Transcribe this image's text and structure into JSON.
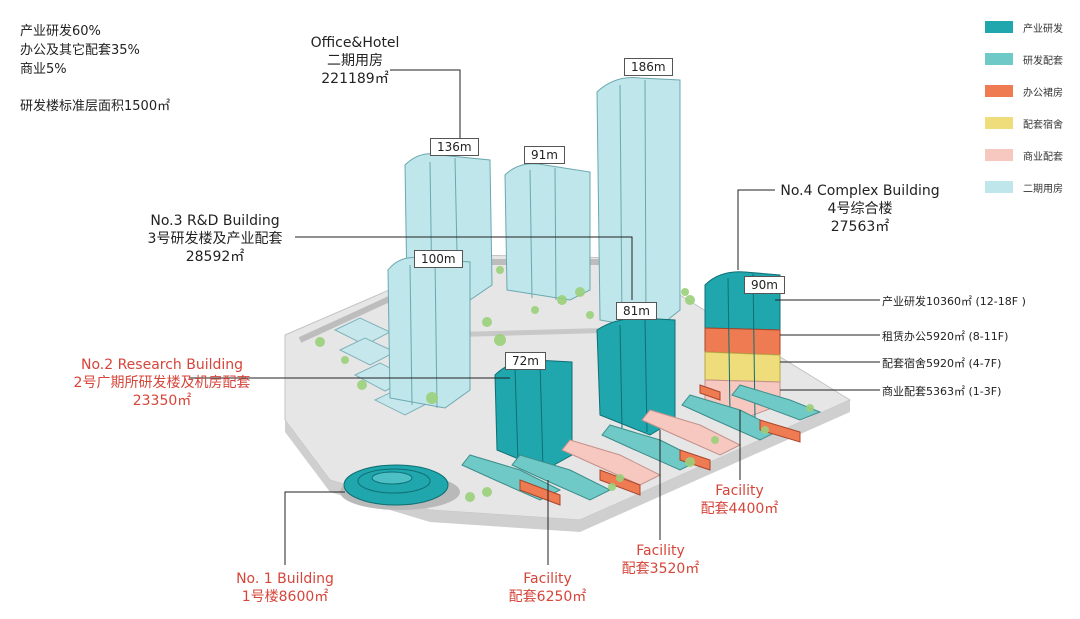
{
  "stats": {
    "line1": "产业研发60%",
    "line2": "办公及其它配套35%",
    "line3": "商业5%",
    "line4": "研发楼标准层面积1500㎡"
  },
  "office_hotel": {
    "en": "Office&Hotel",
    "cn": "二期用房",
    "area": "221189㎡"
  },
  "no3": {
    "en": "No.3 R&D Building",
    "cn": "3号研发楼及产业配套",
    "area": "28592㎡"
  },
  "no2": {
    "en": "No.2 Research Building",
    "cn": "2号广期所研发楼及机房配套",
    "area": "23350㎡"
  },
  "no4": {
    "en": "No.4 Complex Building",
    "cn": "4号综合楼",
    "area": "27563㎡"
  },
  "no1": {
    "en": "No. 1 Building",
    "cn": "1号楼8600㎡"
  },
  "facility1": {
    "en": "Facility",
    "cn": "配套6250㎡"
  },
  "facility2": {
    "en": "Facility",
    "cn": "配套3520㎡"
  },
  "facility3": {
    "en": "Facility",
    "cn": "配套4400㎡"
  },
  "heights": {
    "h136": "136m",
    "h91": "91m",
    "h186": "186m",
    "h100": "100m",
    "h90": "90m",
    "h81": "81m",
    "h72": "72m"
  },
  "floors": {
    "f1": "产业研发10360㎡ (12-18F )",
    "f2": "租赁办公5920㎡ (8-11F)",
    "f3": "配套宿舍5920㎡ (4-7F)",
    "f4": "商业配套5363㎡ (1-3F)"
  },
  "legend": [
    {
      "label": "产业研发",
      "color": "#1fa7ad"
    },
    {
      "label": "研发配套",
      "color": "#6fc9c6"
    },
    {
      "label": "办公裙房",
      "color": "#ef7b52"
    },
    {
      "label": "配套宿舍",
      "color": "#eedd7a"
    },
    {
      "label": "商业配套",
      "color": "#f6c8c0"
    },
    {
      "label": "二期用房",
      "color": "#bfe6ea"
    }
  ]
}
